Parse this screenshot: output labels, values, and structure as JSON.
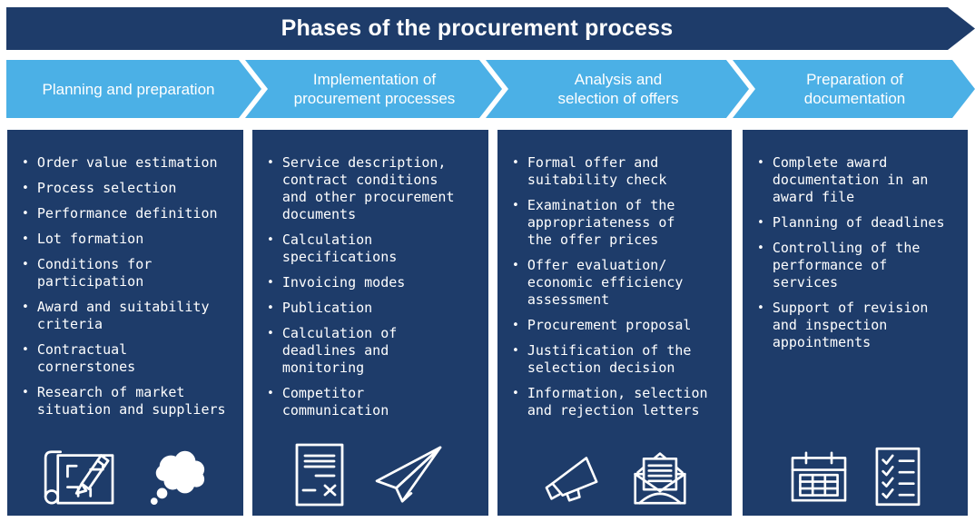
{
  "title": "Phases of the procurement process",
  "colors": {
    "navy": "#1e3c6a",
    "light_blue": "#4bb0e6",
    "text": "#ffffff",
    "background": "#ffffff"
  },
  "phases": [
    {
      "label": "Planning and preparation"
    },
    {
      "label": "Implementation of\nprocurement processes"
    },
    {
      "label": "Analysis and\nselection of offers"
    },
    {
      "label": "Preparation of\ndocumentation"
    }
  ],
  "columns": [
    {
      "items": [
        "Order value estimation",
        "Process selection",
        "Performance definition",
        "Lot formation",
        "Conditions for\nparticipation",
        "Award and suitability\ncriteria",
        "Contractual\ncornerstones",
        "Research of market\nsituation and suppliers"
      ],
      "icons": [
        "blueprint-pencil-icon",
        "thought-bubble-icon"
      ]
    },
    {
      "items": [
        "Service description,\ncontract conditions\nand other procurement\ndocuments",
        "Calculation\nspecifications",
        "Invoicing modes",
        "Publication",
        "Calculation of\ndeadlines and\nmonitoring",
        "Competitor\ncommunication"
      ],
      "icons": [
        "contract-document-icon",
        "paper-plane-icon"
      ]
    },
    {
      "items": [
        "Formal offer and\nsuitability check",
        "Examination of the\nappropriateness of\nthe offer prices",
        "Offer evaluation/\neconomic efficiency\nassessment",
        "Procurement proposal",
        "Justification of the\nselection decision",
        "Information, selection\nand rejection letters"
      ],
      "icons": [
        "megaphone-icon",
        "open-envelope-letter-icon"
      ]
    },
    {
      "items": [
        "Complete award\ndocumentation in an\naward file",
        "Planning of deadlines",
        "Controlling of the\nperformance of\nservices",
        "Support of revision\nand inspection\nappointments"
      ],
      "icons": [
        "calendar-icon",
        "checklist-icon"
      ]
    }
  ]
}
